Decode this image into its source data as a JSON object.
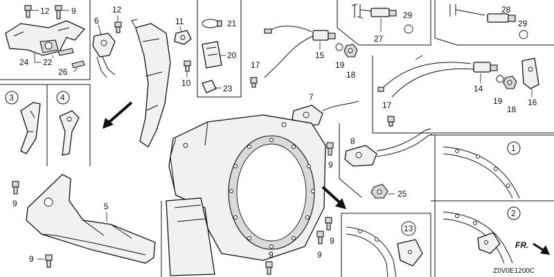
{
  "diagram": {
    "code": "Z0V0E1200C",
    "direction_text": "FR.",
    "labels": {
      "p1": "1",
      "p2": "2",
      "p3": "3",
      "p4": "4",
      "p5": "5",
      "p6": "6",
      "p7": "7",
      "p8": "8",
      "p9": "9",
      "p10": "10",
      "p11": "11",
      "p12": "12",
      "p13": "13",
      "p14": "14",
      "p15": "15",
      "p16": "16",
      "p17": "17",
      "p18": "18",
      "p19": "19",
      "p20": "20",
      "p21": "21",
      "p22": "22",
      "p23": "23",
      "p24": "24",
      "p25": "25",
      "p26": "26",
      "p27": "27",
      "p28": "28",
      "p29": "29"
    }
  }
}
